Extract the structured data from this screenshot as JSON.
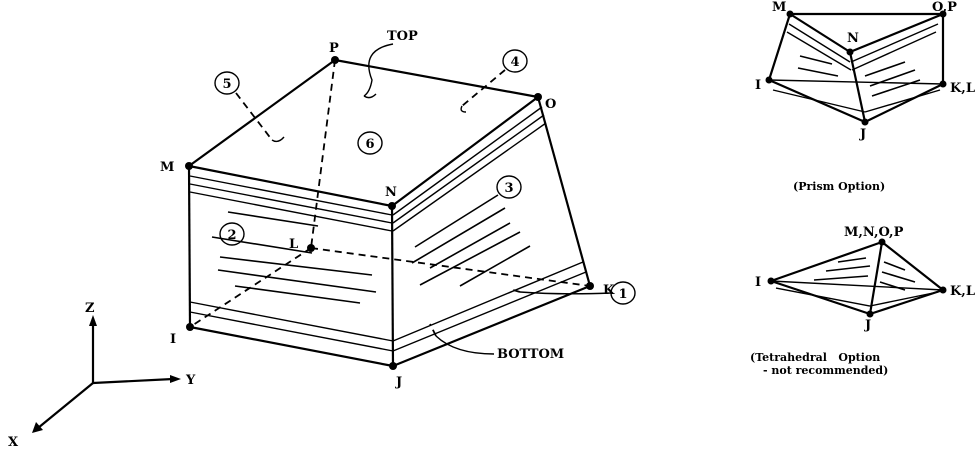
{
  "main_element": {
    "nodes": [
      "M",
      "N",
      "O",
      "P",
      "I",
      "J",
      "K",
      "L"
    ],
    "face_numbers": [
      "1",
      "2",
      "3",
      "4",
      "5",
      "6"
    ],
    "top_label": "TOP",
    "bottom_label": "BOTTOM"
  },
  "axes": {
    "x": "X",
    "y": "Y",
    "z": "Z"
  },
  "prism_option": {
    "node_labels": [
      "M",
      "N",
      "O,P",
      "I",
      "J",
      "K,L"
    ],
    "caption": "(Prism Option)"
  },
  "tetrahedral_option": {
    "node_labels": [
      "M,N,O,P",
      "I",
      "J",
      "K,L"
    ],
    "caption_line1": "(Tetrahedral   Option",
    "caption_line2": "- not recommended)"
  }
}
